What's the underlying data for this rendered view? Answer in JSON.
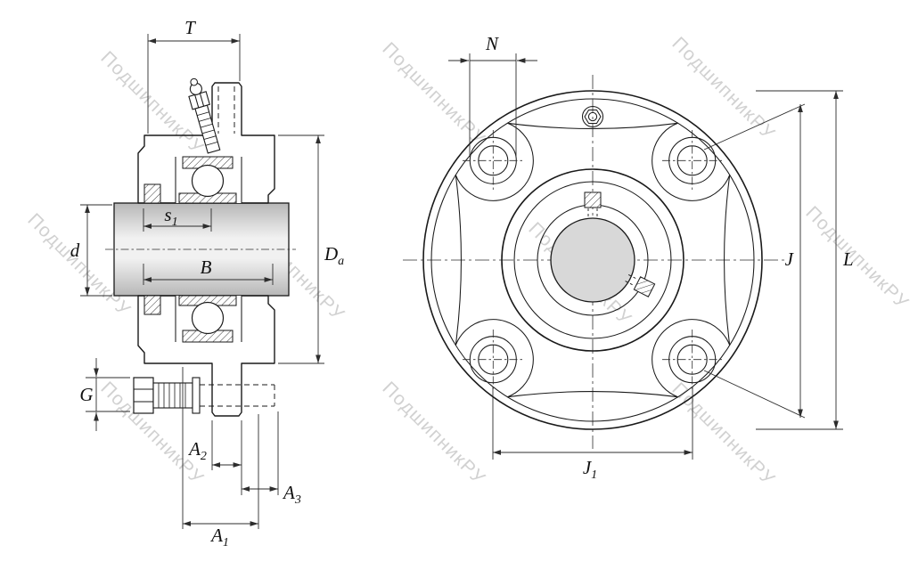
{
  "watermark": {
    "text": "ПодшипникРУ"
  },
  "colors": {
    "housing_fill": "#c9d9ef",
    "bore_fill": "#d8d8d8",
    "shaft_edge": "#b7b7b7",
    "shaft_mid": "#f1f1f1",
    "outline": "#1a1a1a",
    "watermark": "#c6c6c6"
  },
  "dims": {
    "left": {
      "T": "T",
      "d": "d",
      "s": {
        "base": "s",
        "sub": "1"
      },
      "B": "B",
      "Da": {
        "base": "D",
        "sub": "a"
      },
      "G": "G",
      "A2": {
        "base": "A",
        "sub": "2"
      },
      "A3": {
        "base": "A",
        "sub": "3"
      },
      "A1": {
        "base": "A",
        "sub": "1"
      }
    },
    "right": {
      "N": "N",
      "J": "J",
      "L": "L",
      "J1": {
        "base": "J",
        "sub": "1"
      }
    }
  }
}
